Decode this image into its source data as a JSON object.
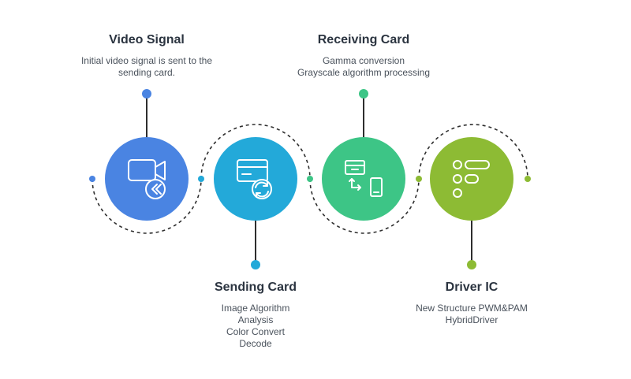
{
  "stages": [
    {
      "title": "Video Signal",
      "lines": [
        "Initial video signal is sent to the",
        "sending card."
      ],
      "color": "#4a84e2",
      "icon": "video-camera-icon"
    },
    {
      "title": "Sending Card",
      "lines": [
        "Image Algorithm",
        "Analysis",
        "Color Convert",
        "Decode"
      ],
      "color": "#23a9d9",
      "icon": "card-refresh-icon"
    },
    {
      "title": "Receiving Card",
      "lines": [
        "Gamma conversion",
        "Grayscale algorithm processing"
      ],
      "color": "#3dc586",
      "icon": "card-transfer-icon"
    },
    {
      "title": "Driver IC",
      "lines": [
        "New Structure PWM&PAM",
        "HybridDriver"
      ],
      "color": "#8dbb34",
      "icon": "list-structure-icon"
    }
  ],
  "colors": {
    "text_title": "#2b3440",
    "text_body": "#4a525c",
    "dashed_path": "#2e2e2e",
    "connector": "#2e2e2e"
  }
}
